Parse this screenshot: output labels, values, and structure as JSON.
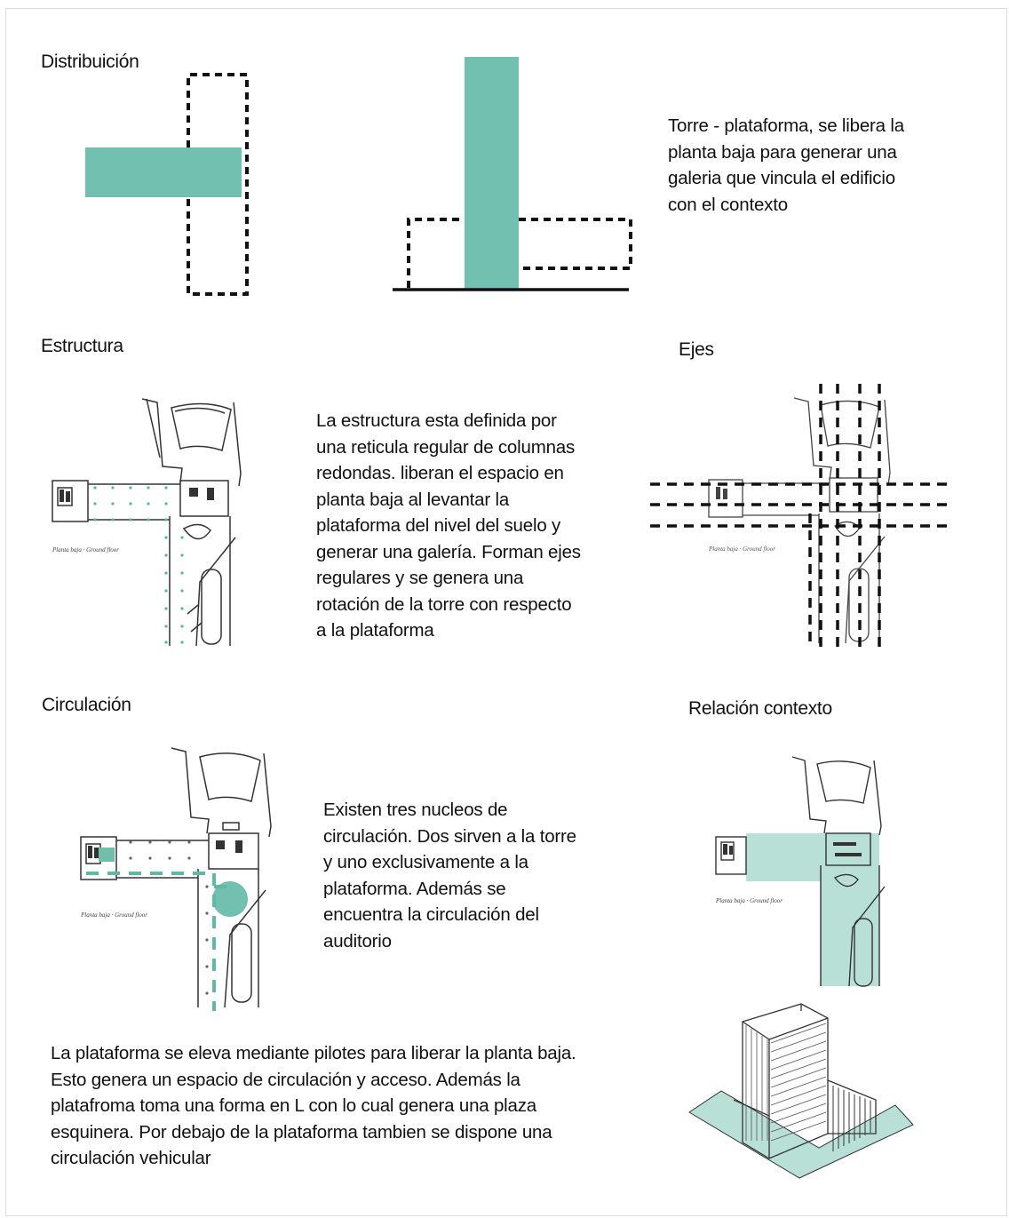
{
  "colors": {
    "accent": "#72c0b0",
    "text": "#111111",
    "line": "#222222"
  },
  "sections": {
    "distribucion": {
      "title": "Distribuición",
      "text_lines": [
        "Torre - plataforma, se libera la",
        "planta baja para generar una",
        "galeria que vincula el edificio",
        "con el contexto"
      ]
    },
    "estructura": {
      "title": "Estructura",
      "text_lines": [
        "La estructura esta definida por",
        "una reticula regular de columnas",
        "redondas. liberan el espacio en",
        "planta baja al levantar la",
        "plataforma del nivel del suelo y",
        "generar una galería. Forman ejes",
        "regulares y se genera una",
        "rotación de la torre con respecto",
        "a la plataforma"
      ]
    },
    "ejes": {
      "title": "Ejes"
    },
    "circulacion": {
      "title": "Circulación",
      "text_lines": [
        "Existen tres nucleos de",
        "circulación. Dos sirven a la torre",
        "y uno exclusivamente a la",
        "plataforma. Además se",
        "encuentra la circulación del",
        "auditorio"
      ]
    },
    "relacion_contexto": {
      "title": "Relación contexto"
    },
    "plataforma": {
      "text_lines": [
        "La plataforma se eleva mediante pilotes para liberar la planta baja.",
        "Esto genera un espacio de circulación y acceso. Además la",
        "platafroma toma una forma en L con lo cual genera una plaza",
        "esquinera. Por debajo de la plataforma tambien se dispone una",
        "circulación vehicular"
      ]
    }
  }
}
